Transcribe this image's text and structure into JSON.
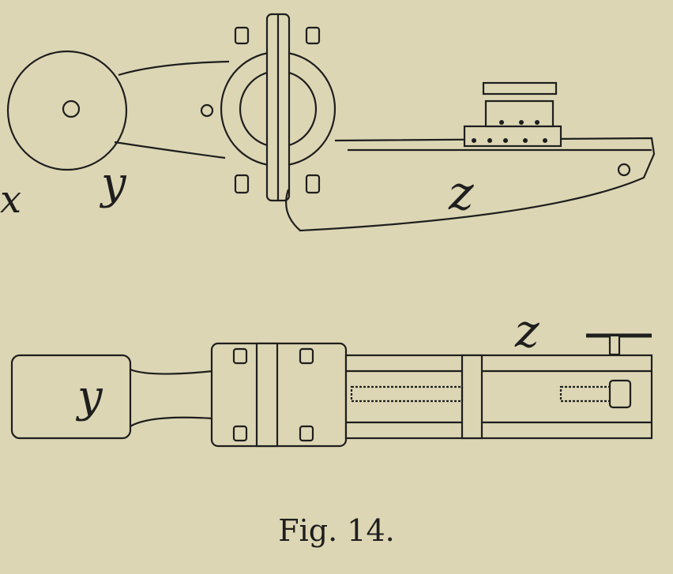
{
  "figure": {
    "caption": "Fig. 14.",
    "labels": {
      "top_x": "x",
      "top_y": "y",
      "top_z": "z",
      "bottom_y": "y",
      "bottom_z": "z"
    }
  },
  "colors": {
    "paper": "#dcd6b4",
    "ink": "#1e1e1e"
  }
}
